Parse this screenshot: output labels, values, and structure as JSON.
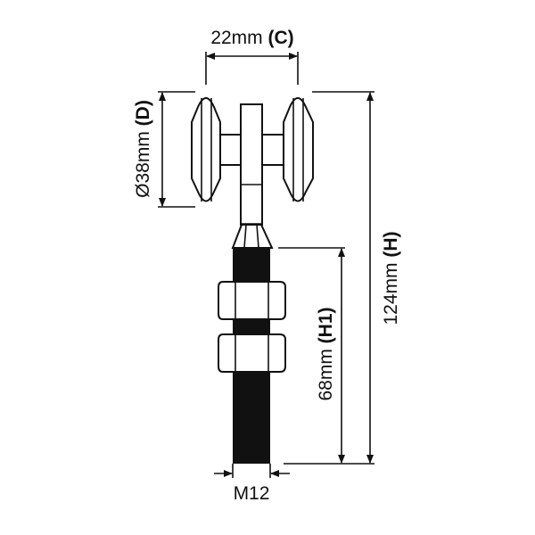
{
  "dimensions": {
    "C": {
      "value": "22mm",
      "tag": "(C)"
    },
    "D": {
      "value": "Ø38mm",
      "tag": "(D)"
    },
    "H": {
      "value": "124mm",
      "tag": "(H)"
    },
    "H1": {
      "value": "68mm",
      "tag": "(H1)"
    },
    "thread": {
      "value": "M12"
    }
  }
}
